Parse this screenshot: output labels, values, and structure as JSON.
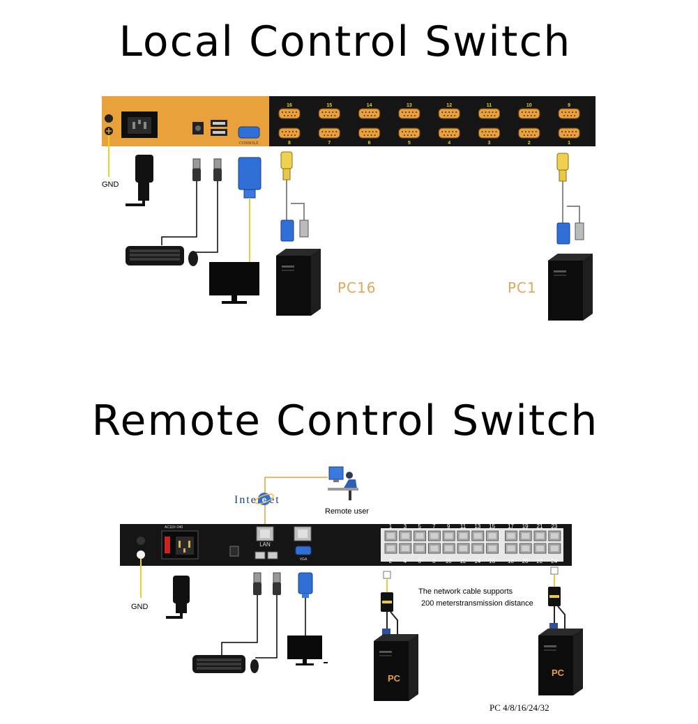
{
  "local": {
    "title": "Local Control Switch",
    "gnd_label": "GND",
    "console_label": "CONSOLE",
    "pc_left": "PC16",
    "pc_right": "PC1",
    "ports_top": [
      "16",
      "15",
      "14",
      "13",
      "12",
      "11",
      "10",
      "9"
    ],
    "ports_bottom": [
      "8",
      "7",
      "6",
      "5",
      "4",
      "3",
      "2",
      "1"
    ]
  },
  "remote": {
    "title": "Remote Control Switch",
    "internet_label": "Internet",
    "remote_user_label": "Remote user",
    "power_label": "AC110~240",
    "lan_label": "LAN",
    "vga_label": "VGA",
    "gnd_label": "GND",
    "cable_note_1": "The network cable supports",
    "cable_note_2": "200 meterstransmission distance",
    "pc_label_1": "PC",
    "pc_label_2": "PC",
    "pc_counts": "PC 4/8/16/24/32",
    "rj_top": [
      "1",
      "3",
      "5",
      "7",
      "9",
      "11",
      "13",
      "15",
      "17",
      "19",
      "21",
      "23"
    ],
    "rj_bottom": [
      "2",
      "4",
      "6",
      "8",
      "10",
      "12",
      "14",
      "16",
      "18",
      "20",
      "22",
      "24"
    ]
  },
  "colors": {
    "orange_panel": "#e8a13b",
    "black_panel": "#151515",
    "vga_blue": "#2f6fd6",
    "vga_yellow": "#e8c84a",
    "gnd_wire": "#f3d21c",
    "pc_label": "#e0a85a",
    "internet_wire": "#e8a13b"
  }
}
